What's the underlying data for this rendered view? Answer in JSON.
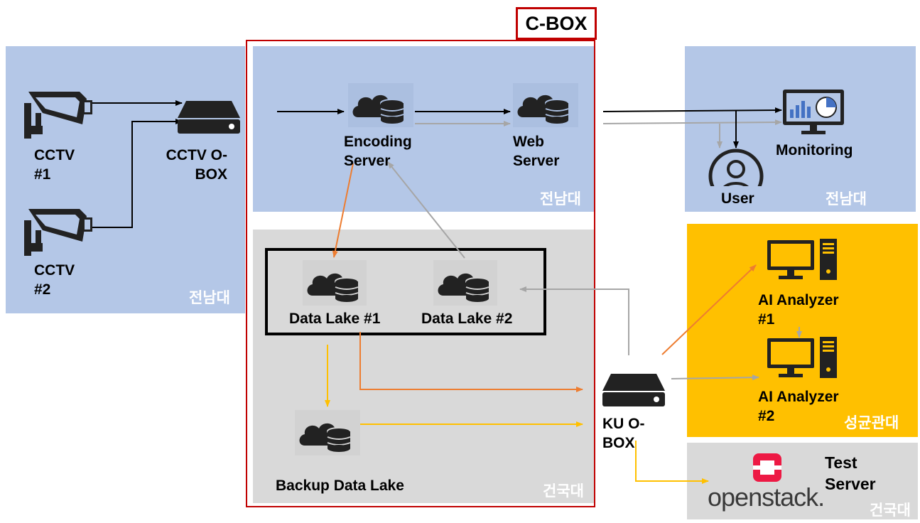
{
  "cbox": {
    "title": "C-BOX"
  },
  "zones": {
    "cctv_area": "전남대",
    "cbox_top": "전남대",
    "cbox_bottom": "건국대",
    "monitoring_area": "전남대",
    "analyzer_area": "성균관대",
    "test_area": "건국대"
  },
  "nodes": {
    "cctv1": [
      "CCTV",
      "#1"
    ],
    "cctv2": [
      "CCTV",
      "#2"
    ],
    "cctv_obox": [
      "CCTV O-",
      "BOX"
    ],
    "encoding_server": [
      "Encoding",
      "Server"
    ],
    "web_server": [
      "Web",
      "Server"
    ],
    "monitoring": "Monitoring",
    "user": "User",
    "data_lake_1": "Data Lake #1",
    "data_lake_2": "Data Lake #2",
    "backup_data_lake": "Backup Data Lake",
    "ku_obox": [
      "KU O-",
      "BOX"
    ],
    "ai_analyzer_1": [
      "AI Analyzer",
      "#1"
    ],
    "ai_analyzer_2": [
      "AI Analyzer",
      "#2"
    ],
    "openstack_logo": "openstack.",
    "test_server": [
      "Test",
      "Server"
    ]
  },
  "colors": {
    "zone_blue": "#b4c7e7",
    "zone_gray": "#d9d9d9",
    "zone_gold": "#ffc000",
    "cbox_border": "#c00000",
    "arrow_black": "#000000",
    "arrow_gray": "#a6a6a6",
    "arrow_orange": "#ed7d31",
    "arrow_yellow": "#ffc000",
    "openstack_red": "#ed1944",
    "icon_dark": "#222222"
  },
  "icons": [
    "cctv-camera-icon",
    "server-box-icon",
    "cloud-database-icon",
    "monitor-chart-icon",
    "user-icon",
    "desktop-computer-icon",
    "openstack-icon"
  ]
}
